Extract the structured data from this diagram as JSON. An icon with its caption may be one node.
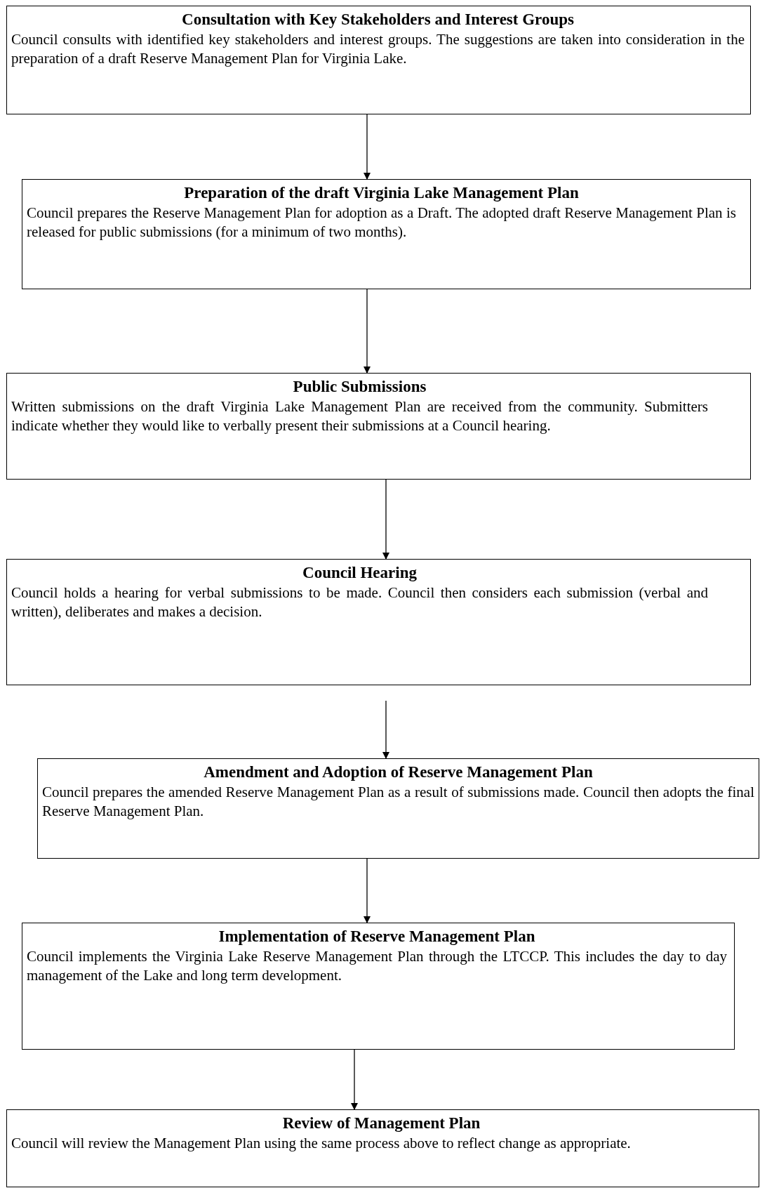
{
  "diagram": {
    "nodes": [
      {
        "text": [
          "Consultation with Key Stakeholders and Interest Groups",
          "Council consults with identified key stakeholders and interest groups. The suggestions are taken into consideration in the preparation of a draft Reserve Management Plan for Virginia Lake."
        ]
      },
      {
        "text": [
          "Preparation of the draft Virginia Lake Management Plan",
          "Council prepares the Reserve Management Plan for adoption as a Draft.  The adopted draft Reserve Management Plan is released for public submissions (for a minimum of two months)."
        ]
      },
      {
        "text": [
          "Public Submissions",
          "Written submissions on the draft Virginia Lake Management Plan are received from the community. Submitters indicate whether they would like to verbally present their submissions at a Council hearing."
        ]
      },
      {
        "text": [
          "Council Hearing",
          "Council holds a hearing for verbal submissions to be made. Council then considers each submission (verbal and written), deliberates and makes a decision."
        ]
      },
      {
        "text": [
          "Amendment and Adoption of Reserve Management Plan",
          "Council prepares the amended Reserve Management Plan as a result of submissions made. Council then adopts the final Reserve Management Plan."
        ]
      },
      {
        "text": [
          "Implementation of Reserve Management Plan",
          "Council implements the Virginia Lake Reserve Management Plan through the LTCCP. This includes the day to day management of the Lake and long term development."
        ]
      },
      {
        "text": [
          "Review of Management Plan",
          "Council will review the Management Plan using the same process above to reflect change as appropriate."
        ]
      }
    ],
    "edges": [
      {
        "from": 0,
        "to": 1,
        "arrow": "to"
      },
      {
        "from": 1,
        "to": 2,
        "arrow": "to"
      },
      {
        "from": 2,
        "to": 3,
        "arrow": "to"
      },
      {
        "from": null,
        "to": 4,
        "arrow": "to"
      },
      {
        "from": 4,
        "to": 5,
        "arrow": "to"
      },
      {
        "from": 5,
        "to": 6,
        "arrow": "to"
      }
    ]
  }
}
